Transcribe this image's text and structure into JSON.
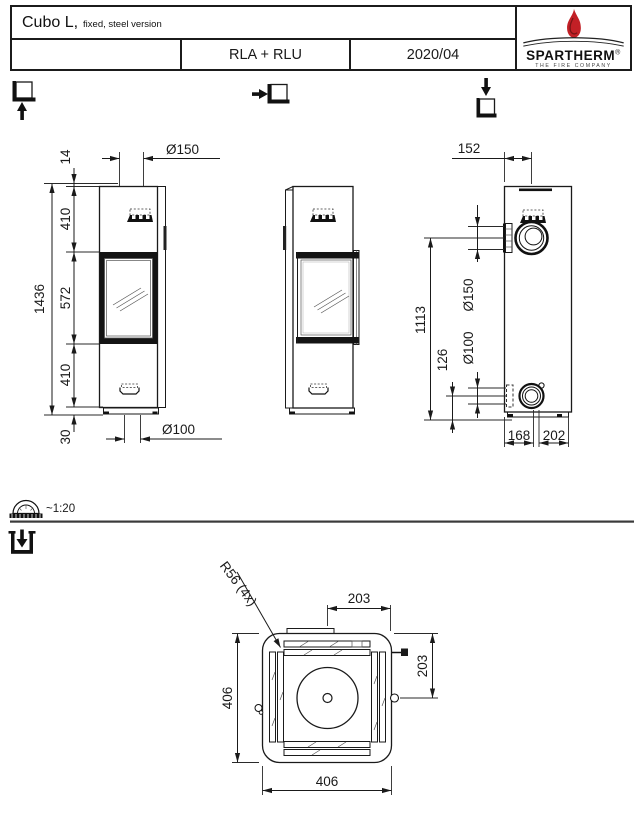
{
  "header": {
    "title": "Cubo L,",
    "subtitle": "fixed, steel version",
    "variant": "RLA + RLU",
    "edition": "2020/04",
    "brand": {
      "name": "SPARTHERM",
      "registered": "®",
      "tagline": "THE FIRE COMPANY",
      "flame_color": "#c22026"
    }
  },
  "scale_note": "~1:20",
  "dims": {
    "front": {
      "flue_diameter": "Ø150",
      "collar_height": "14",
      "upper_section": "410",
      "door_section": "572",
      "lower_section": "410",
      "base_height": "30",
      "total_height": "1436",
      "air_diameter": "Ø100"
    },
    "rear": {
      "flue_offset": "152",
      "flue_center_height": "1113",
      "air_center_height": "126",
      "flue_diameter": "Ø150",
      "air_diameter": "Ø100",
      "air_offset_front": "168",
      "air_offset_back": "202"
    },
    "top": {
      "corner_radius": "R56 (4x)",
      "flue_offset_x": "203",
      "flue_offset_y": "203",
      "width": "406",
      "depth": "406"
    }
  }
}
